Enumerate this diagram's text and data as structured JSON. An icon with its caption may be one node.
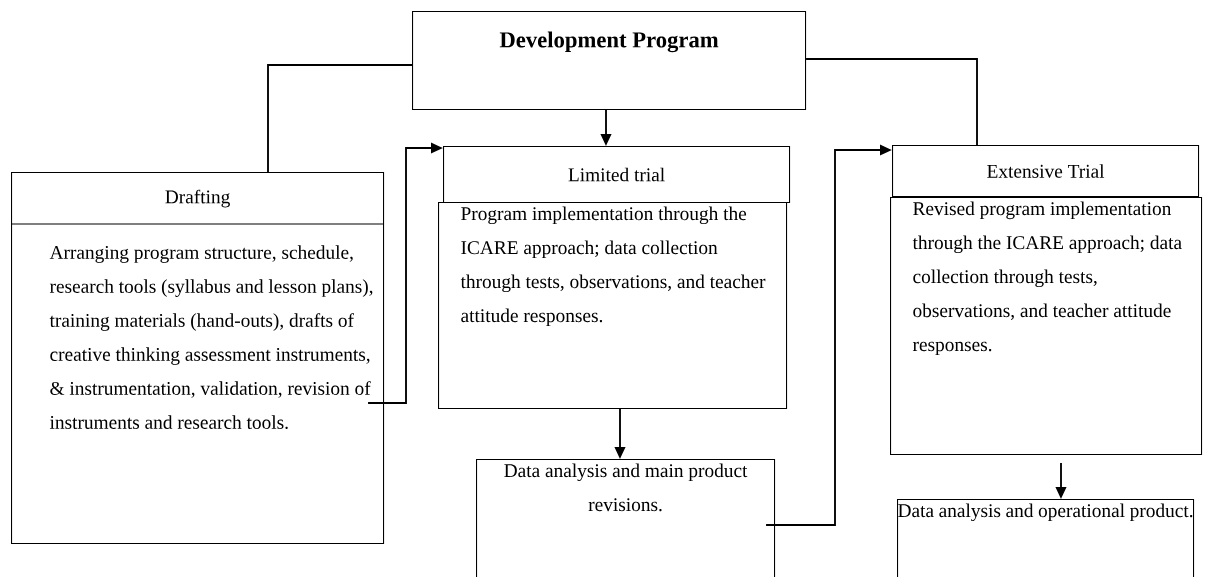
{
  "diagram": {
    "nodes": [
      {
        "text": [
          "Development Program"
        ]
      },
      {
        "text": [
          "Drafting",
          "Arranging program structure, schedule, research tools (syllabus and lesson plans), training materials (hand-outs), drafts of creative thinking assessment instruments, & instrumentation, validation, revision of instruments and research tools."
        ]
      },
      {
        "text": [
          "Limited trial"
        ]
      },
      {
        "text": [
          "Program implementation through the ICARE approach; data collection through tests, observations, and teacher attitude responses."
        ]
      },
      {
        "text": [
          "Data analysis and main product revisions."
        ]
      },
      {
        "text": [
          "Extensive Trial"
        ]
      },
      {
        "text": [
          "Revised program implementation through the ICARE approach; data collection through tests, observations,  and teacher attitude responses."
        ]
      },
      {
        "text": [
          "Data analysis and operational product."
        ]
      }
    ],
    "edges": [
      {
        "from": 0,
        "to": 1,
        "arrow": "none"
      },
      {
        "from": 0,
        "to": 2,
        "arrow": "to"
      },
      {
        "from": 0,
        "to": 5,
        "arrow": "none"
      },
      {
        "from": 1,
        "to": 2,
        "arrow": "to"
      },
      {
        "from": 3,
        "to": 4,
        "arrow": "to"
      },
      {
        "from": 4,
        "to": 5,
        "arrow": "to"
      },
      {
        "from": 6,
        "to": 7,
        "arrow": "to"
      }
    ]
  }
}
